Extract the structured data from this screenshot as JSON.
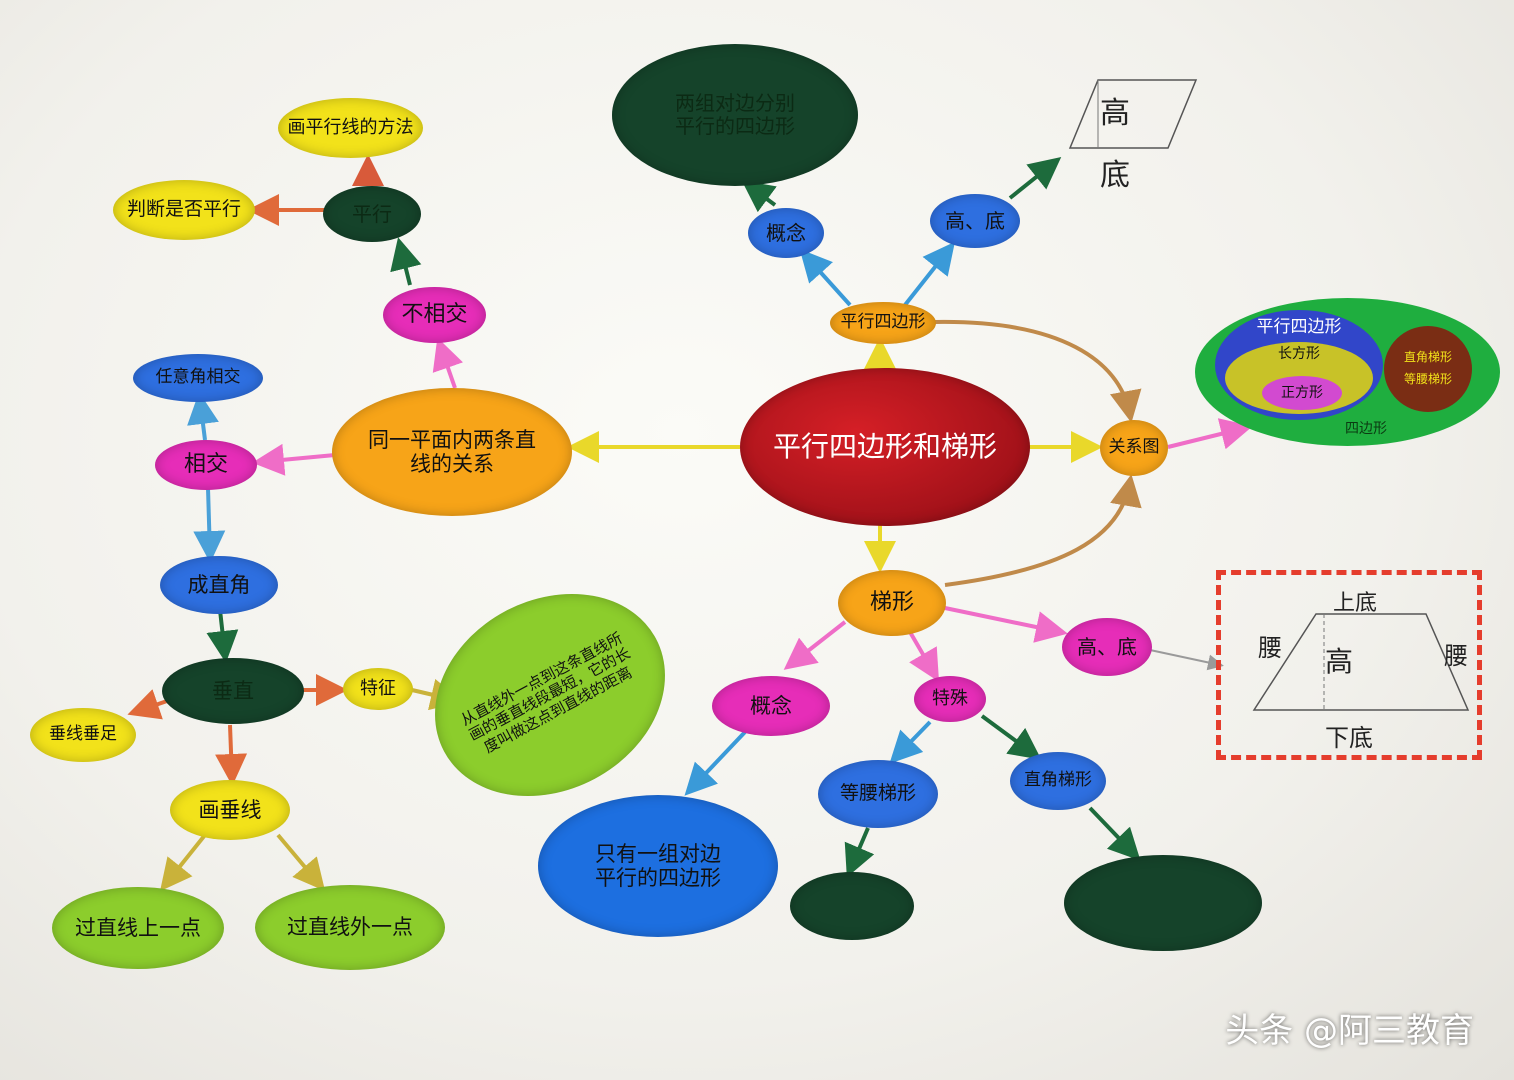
{
  "center": "平行四边形和梯形",
  "relation_two_lines": "同一平面内两条直线的关系",
  "intersect": "相交",
  "any_angle": "任意角相交",
  "not_intersect": "不相交",
  "parallel": "平行",
  "judge_parallel": "判断是否平行",
  "draw_parallel": "画平行线的方法",
  "right_angle": "成直角",
  "perpendicular": "垂直",
  "foot": "垂线垂足",
  "feature": "特征",
  "feature_text": "从直线外一点到这条直线所画的垂直线段最短，它的长度叫做这点到直线的距离",
  "draw_perp": "画垂线",
  "through_on": "过直线上一点",
  "through_off": "过直线外一点",
  "pgram": "平行四边形",
  "pgram_concept": "概念",
  "pgram_def": "两组对边分别平行的四边形",
  "pgram_hd": "高、底",
  "pgram_fig_height": "高",
  "pgram_fig_base": "底",
  "relation_chart": "关系图",
  "venn_pgram": "平行四边形",
  "venn_rect": "长方形",
  "venn_square": "正方形",
  "venn_trap_a": "直角梯形",
  "venn_trap_b": "等腰梯形",
  "venn_quad": "四边形",
  "trap": "梯形",
  "trap_concept": "概念",
  "trap_def": "只有一组对边平行的四边形",
  "trap_hd": "高、底",
  "trap_special": "特殊",
  "isosceles": "等腰梯形",
  "right_trap": "直角梯形",
  "fig_top": "上底",
  "fig_leg_left": "腰",
  "fig_leg_right": "腰",
  "fig_height": "高",
  "fig_bottom": "下底",
  "watermark": "头条 @阿三教育",
  "colors": {
    "red": "#b5121b",
    "orange": "#f7a418",
    "yellow": "#f2e21a",
    "pink": "#e62db8",
    "blue": "#2e6fe0",
    "dark_green": "#15432a",
    "lime": "#8ccd2c",
    "green": "#1fae3f",
    "brown": "#7a2d14"
  }
}
